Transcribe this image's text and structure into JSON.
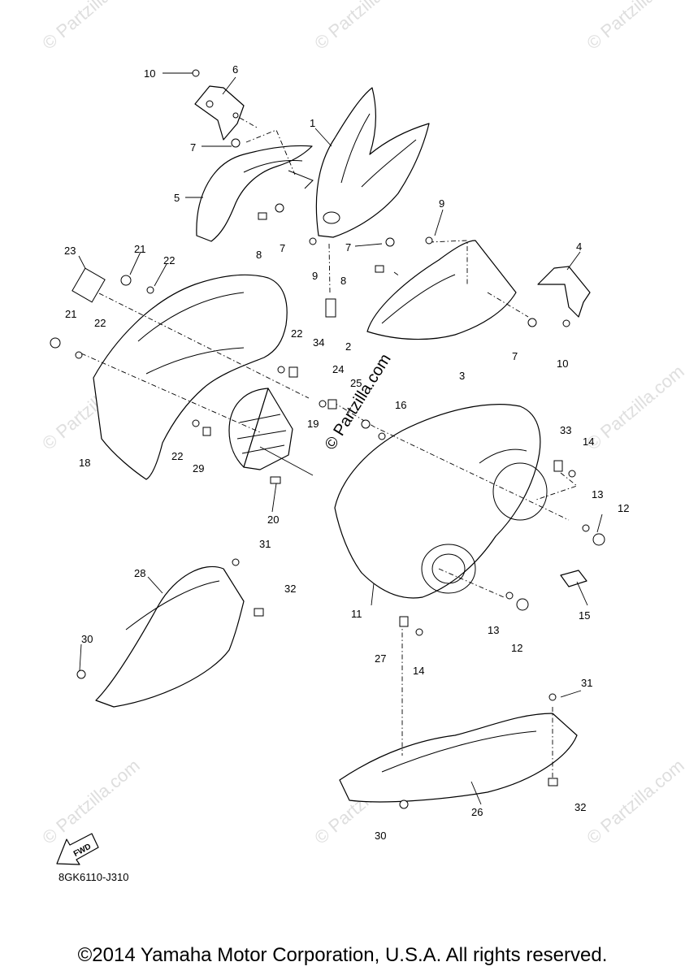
{
  "diagram_code": "8GK6110-J310",
  "copyright": "©2014 Yamaha Motor Corporation, U.S.A. All rights reserved.",
  "watermark": "© Partzilla.com",
  "faint_watermark": "© Partzilla.com",
  "fwd_label": "FWD",
  "callouts": {
    "c1": "1",
    "c2": "2",
    "c3": "3",
    "c4": "4",
    "c5": "5",
    "c6": "6",
    "c7a": "7",
    "c7b": "7",
    "c7c": "7",
    "c7d": "7",
    "c8a": "8",
    "c8b": "8",
    "c9a": "9",
    "c9b": "9",
    "c10a": "10",
    "c10b": "10",
    "c11": "11",
    "c12a": "12",
    "c12b": "12",
    "c13a": "13",
    "c13b": "13",
    "c14a": "14",
    "c14b": "14",
    "c15": "15",
    "c16": "16",
    "c18": "18",
    "c19": "19",
    "c20": "20",
    "c21a": "21",
    "c21b": "21",
    "c22a": "22",
    "c22b": "22",
    "c22c": "22",
    "c22d": "22",
    "c23": "23",
    "c24": "24",
    "c25": "25",
    "c26": "26",
    "c27": "27",
    "c28": "28",
    "c29": "29",
    "c30a": "30",
    "c30b": "30",
    "c31a": "31",
    "c31b": "31",
    "c32a": "32",
    "c32b": "32",
    "c33": "33",
    "c34": "34"
  }
}
